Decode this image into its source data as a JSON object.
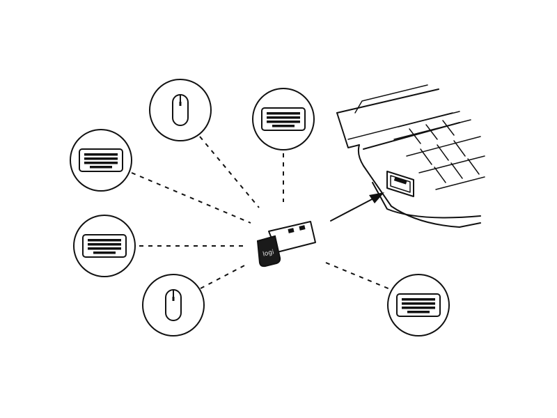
{
  "diagram": {
    "receiver_logo_text": "logi",
    "colors": {
      "line": "#111111",
      "background": "#ffffff",
      "receiver_body": "#1a1a1a"
    },
    "devices": [
      {
        "id": "keyboard-upper-left",
        "icon": "keyboard-icon"
      },
      {
        "id": "mouse-top",
        "icon": "mouse-icon"
      },
      {
        "id": "keyboard-top",
        "icon": "keyboard-icon"
      },
      {
        "id": "keyboard-middle-left",
        "icon": "keyboard-icon"
      },
      {
        "id": "mouse-lower-left",
        "icon": "mouse-icon"
      },
      {
        "id": "keyboard-lower-right",
        "icon": "keyboard-icon"
      }
    ],
    "target": {
      "id": "laptop",
      "icon": "laptop-icon",
      "port": "usb-port-icon"
    }
  }
}
